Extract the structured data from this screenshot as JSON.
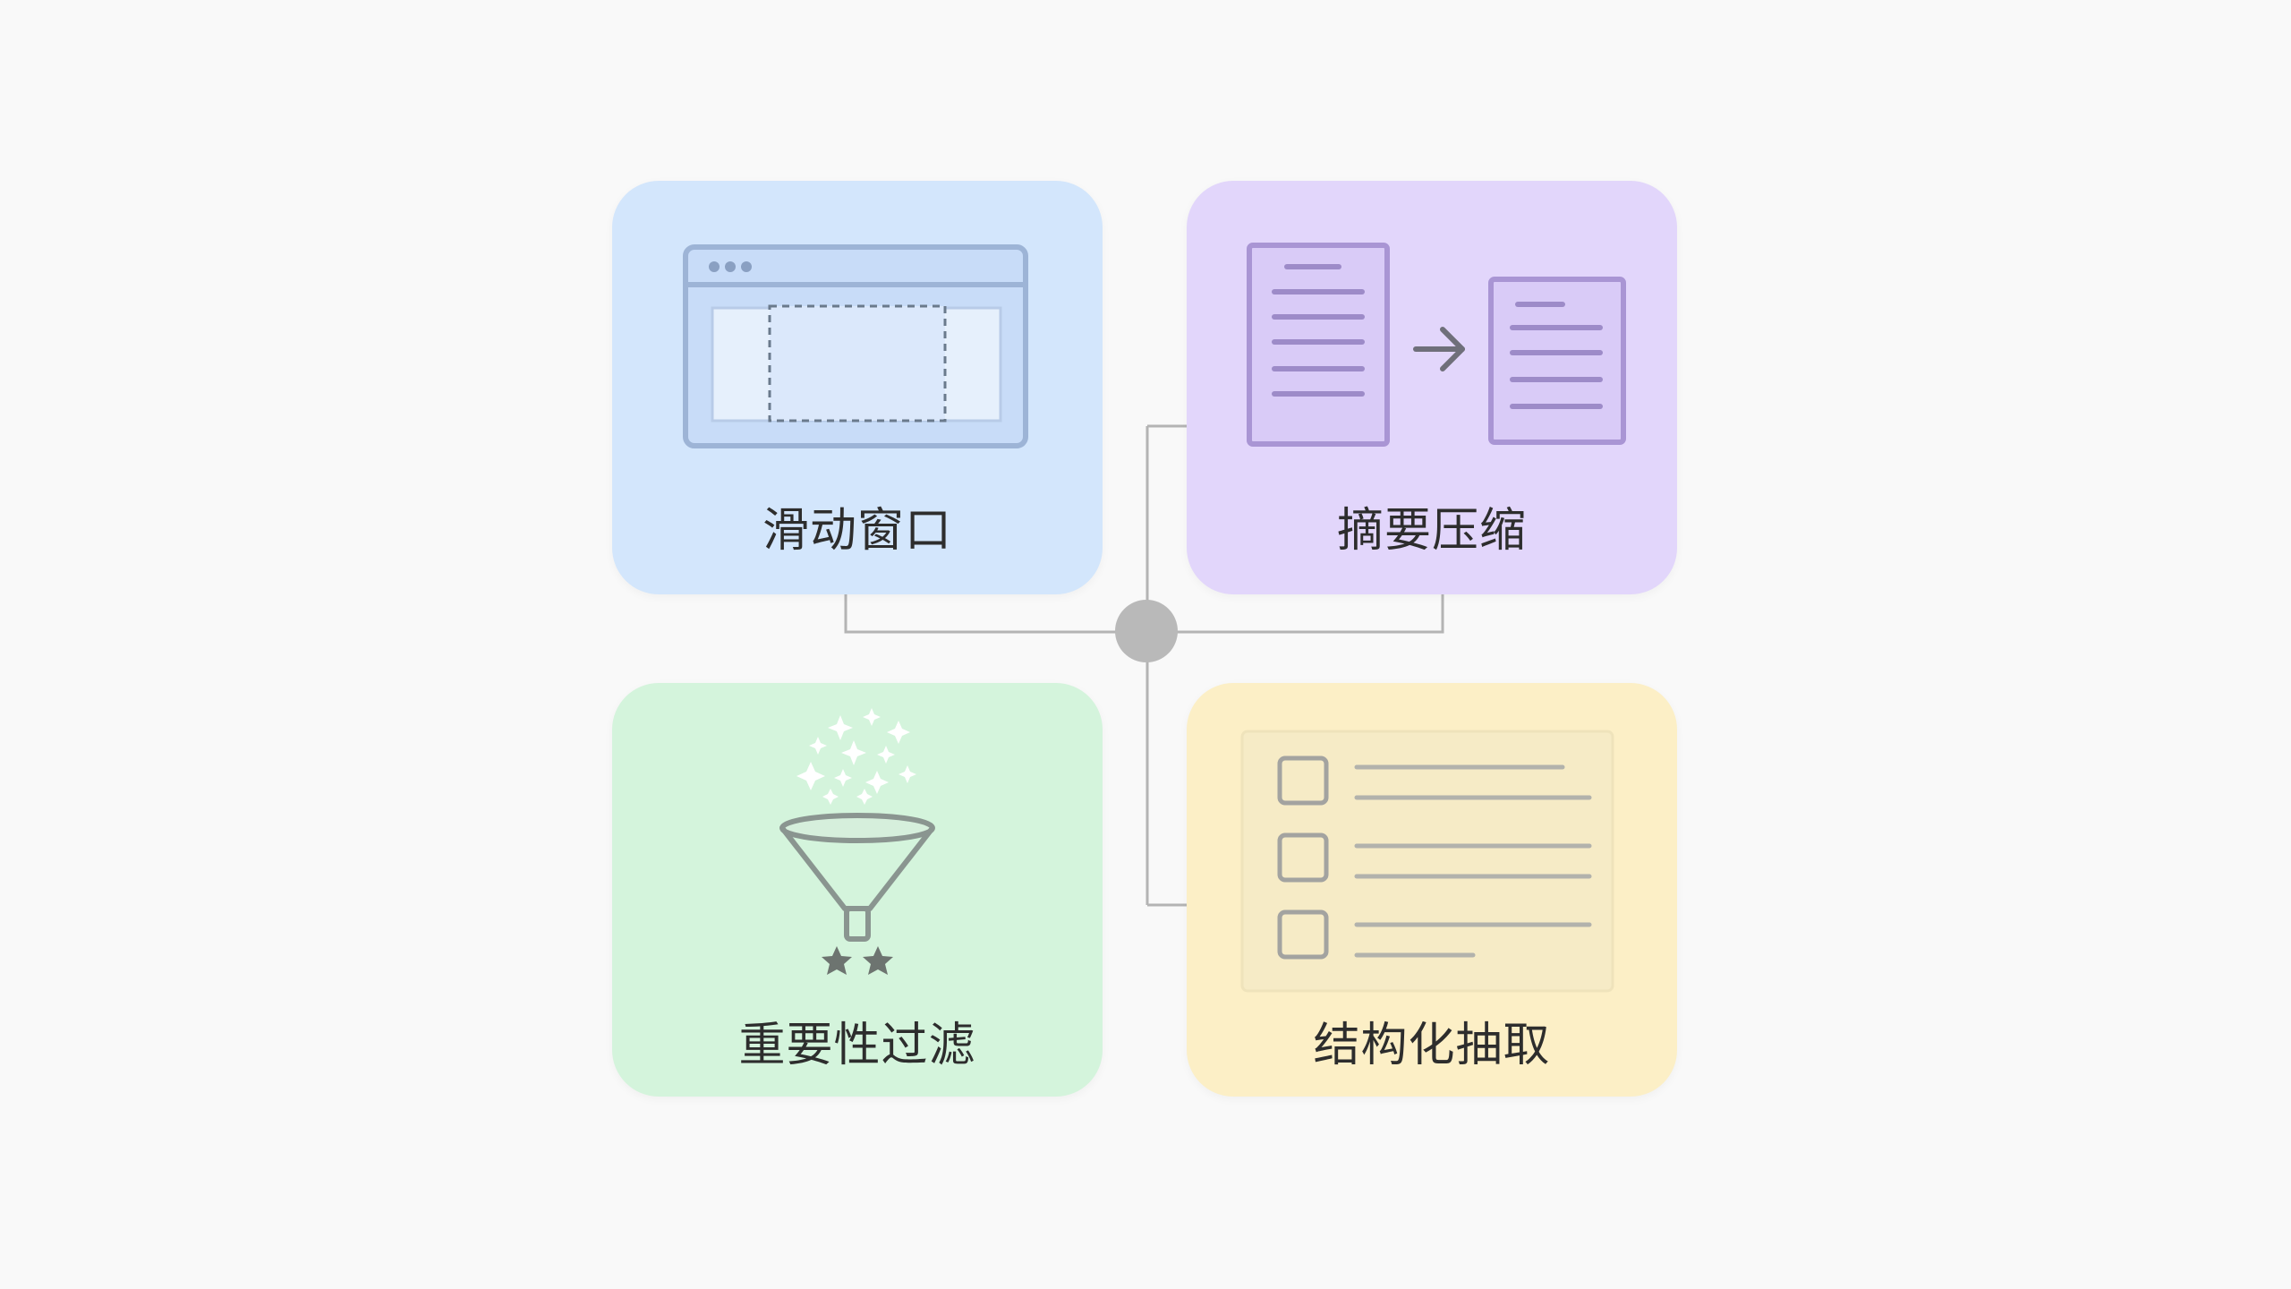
{
  "cards": {
    "sliding_window": {
      "label": "滑动窗口"
    },
    "summary_compression": {
      "label": "摘要压缩"
    },
    "importance_filter": {
      "label": "重要性过滤"
    },
    "structured_extraction": {
      "label": "结构化抽取"
    }
  },
  "icons": {
    "sliding_window": "browser-window-dashed-selection-icon",
    "summary_compression": "document-to-shorter-document-icon",
    "importance_filter": "funnel-with-stars-icon",
    "structured_extraction": "checklist-icon"
  },
  "colors": {
    "sliding_window": "#d3e6fc",
    "summary_compression": "#e2d6fb",
    "importance_filter": "#d4f4dc",
    "structured_extraction": "#fcefc6",
    "connector": "#b4b4b4",
    "hub": "#b9b9b9"
  }
}
